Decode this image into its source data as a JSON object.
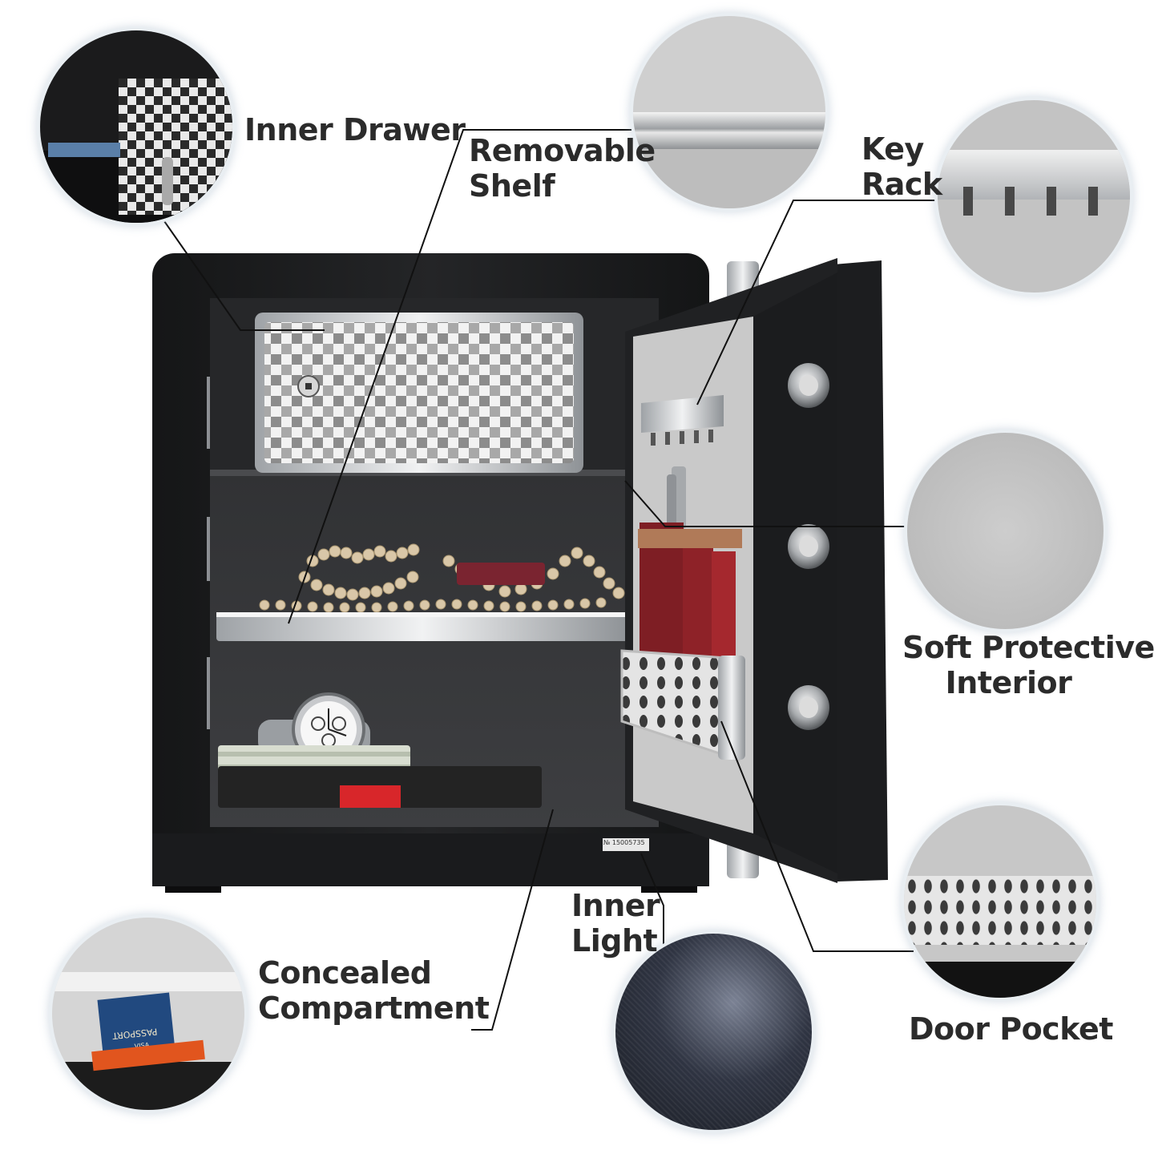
{
  "callouts": {
    "inner_drawer": {
      "lines": [
        "Inner Drawer"
      ]
    },
    "removable_shelf": {
      "lines": [
        "Removable",
        "Shelf"
      ]
    },
    "key_rack": {
      "lines": [
        "Key",
        "Rack"
      ]
    },
    "soft_interior": {
      "lines": [
        "Soft Protective",
        "Interior"
      ]
    },
    "door_pocket": {
      "lines": [
        "Door Pocket"
      ]
    },
    "inner_light": {
      "lines": [
        "Inner",
        "Light"
      ]
    },
    "concealed": {
      "lines": [
        "Concealed",
        "Compartment"
      ]
    }
  },
  "product": {
    "serial": "№ 15005735",
    "passport_text": "PASSPORT",
    "visa_text": "VISA"
  },
  "colors": {
    "safe_body": "#1d1e20",
    "interior_grey": "#2e2f31",
    "label_text": "#2b2b2b",
    "chrome": "#d8dadc",
    "felt": "#c4c4c4",
    "accent_red": "#d8262a"
  }
}
